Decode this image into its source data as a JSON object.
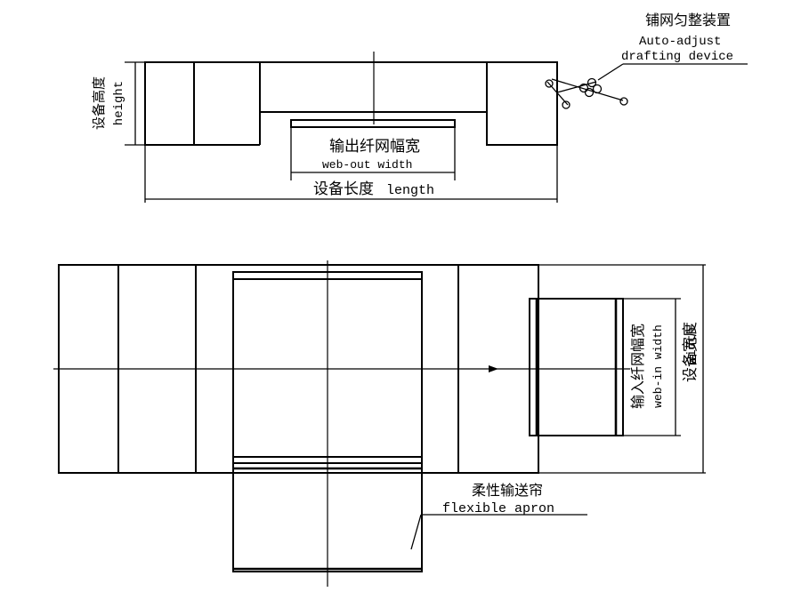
{
  "labels": {
    "auto_adjust_cn": "铺网匀整装置",
    "auto_adjust_en_1": "Auto-adjust",
    "auto_adjust_en_2": "drafting device",
    "height_cn": "设备高度",
    "height_en": "height",
    "web_out_cn": "输出纤网幅宽",
    "web_out_en": "web-out width",
    "length_cn": "设备长度",
    "length_en": "length",
    "web_in_cn": "输入纤网幅宽",
    "web_in_en": "web-in width",
    "width_cn": "设备宽度",
    "width_en": "width",
    "apron_cn": "柔性输送帘",
    "apron_en": "flexible apron"
  }
}
